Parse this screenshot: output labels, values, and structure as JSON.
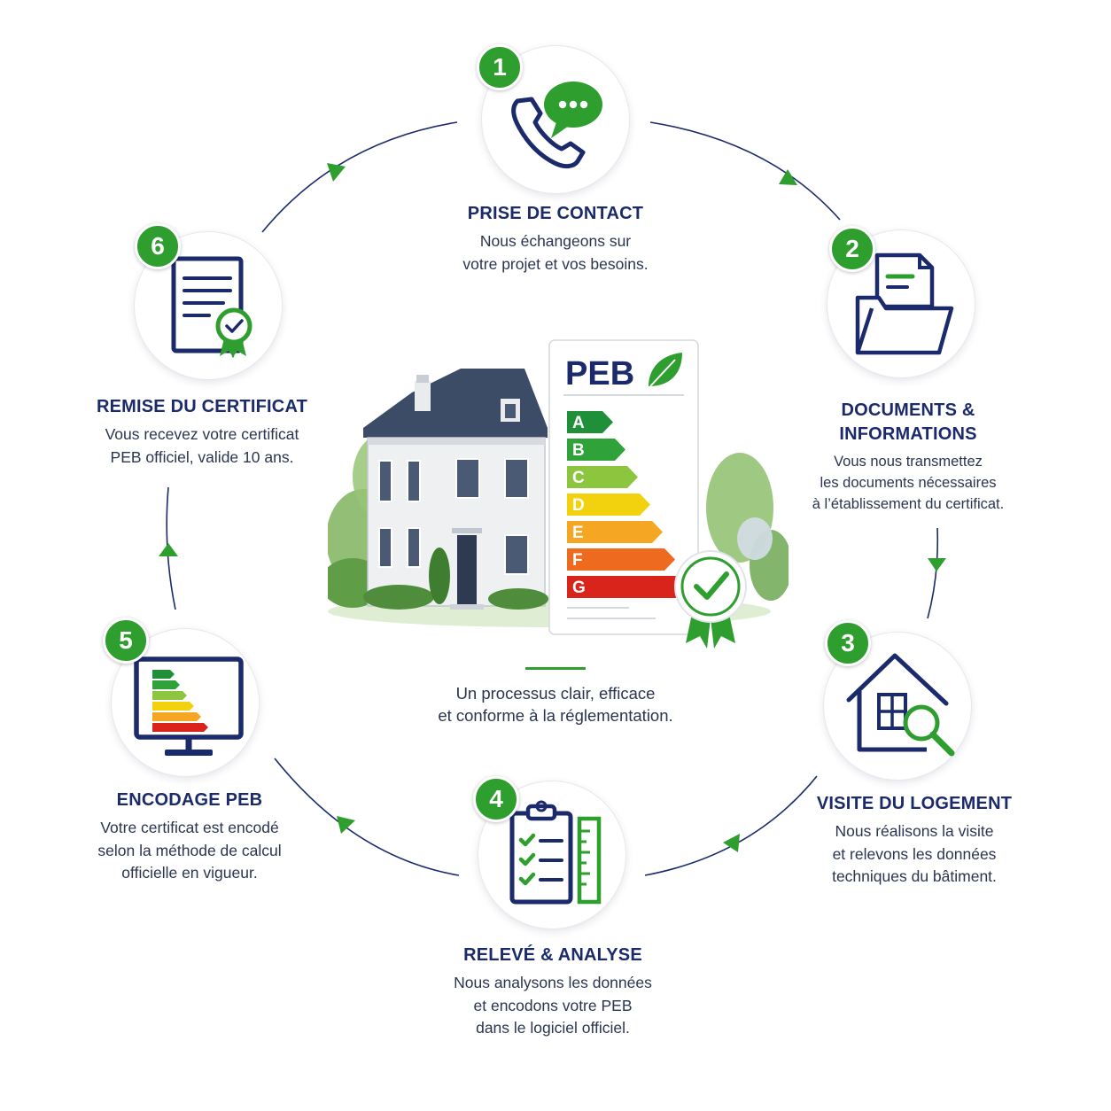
{
  "steps": [
    {
      "number": "1",
      "title": "PRISE DE CONTACT",
      "desc_lines": [
        "Nous échangeons sur",
        "votre projet et vos besoins."
      ],
      "icon": "phone-chat-icon"
    },
    {
      "number": "2",
      "title_lines": [
        "DOCUMENTS &",
        "INFORMATIONS"
      ],
      "desc_lines": [
        "Vous nous transmettez",
        "les documents nécessaires",
        "à l’établissement du certificat."
      ],
      "icon": "folder-document-icon"
    },
    {
      "number": "3",
      "title": "VISITE DU LOGEMENT",
      "desc_lines": [
        "Nous réalisons la visite",
        "et relevons les données",
        "techniques du bâtiment."
      ],
      "icon": "house-magnifier-icon"
    },
    {
      "number": "4",
      "title": "RELEVÉ & ANALYSE",
      "desc_lines": [
        "Nous analysons les données",
        "et encodons votre PEB",
        "dans le logiciel officiel."
      ],
      "icon": "clipboard-checklist-icon"
    },
    {
      "number": "5",
      "title": "ENCODAGE PEB",
      "desc_lines": [
        "Votre certificat est encodé",
        "selon la méthode de calcul",
        "officielle en vigueur."
      ],
      "icon": "monitor-energy-chart-icon"
    },
    {
      "number": "6",
      "title": "REMISE DU CERTIFICAT",
      "desc_lines": [
        "Vous recevez votre certificat",
        "PEB officiel, valide 10 ans."
      ],
      "icon": "certificate-ribbon-icon"
    }
  ],
  "center": {
    "peb_label": "PEB",
    "classes": [
      "A",
      "B",
      "C",
      "D",
      "E",
      "F",
      "G"
    ],
    "class_colors": [
      "#1f8f3a",
      "#2fa23a",
      "#8cc63f",
      "#f2d20f",
      "#f5a623",
      "#ee6a1f",
      "#d9241c"
    ],
    "tagline_lines": [
      "Un processus clair, efficace",
      "et conforme à la réglementation."
    ]
  },
  "colors": {
    "navy": "#1b2a6b",
    "green": "#2e9e2e"
  }
}
